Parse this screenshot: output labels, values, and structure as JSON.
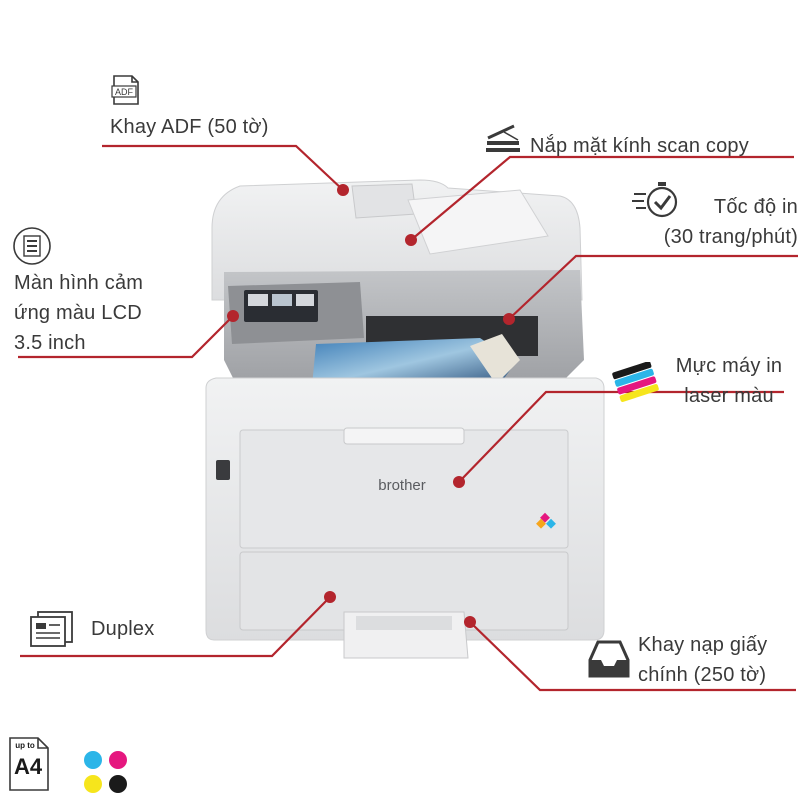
{
  "features": {
    "adf": {
      "icon_text": "ADF",
      "label": "Khay ADF (50 tờ)"
    },
    "scan_cover": {
      "label": "Nắp mặt kính scan copy"
    },
    "speed": {
      "line1": "Tốc độ in",
      "line2": "(30 trang/phút)"
    },
    "lcd": {
      "line1": "Màn hình cảm",
      "line2": "ứng  màu LCD",
      "line3": "3.5 inch"
    },
    "toner": {
      "line1": "Mực máy in",
      "line2": "laser màu"
    },
    "duplex": {
      "label": "Duplex"
    },
    "tray": {
      "line1": "Khay nạp giấy",
      "line2": "chính (250 tờ)"
    }
  },
  "printer": {
    "brand": "brother"
  },
  "badges": {
    "paper_small": "up to",
    "paper_size": "A4"
  },
  "colors": {
    "callout_red": "#b3252d",
    "body_light": "#e9eaeb",
    "body_mid": "#d7d8da",
    "panel_gray": "#a9abae",
    "cyan": "#2bb5e8",
    "magenta": "#e5177f",
    "yellow": "#f6e51c",
    "black": "#1a1a1a"
  }
}
